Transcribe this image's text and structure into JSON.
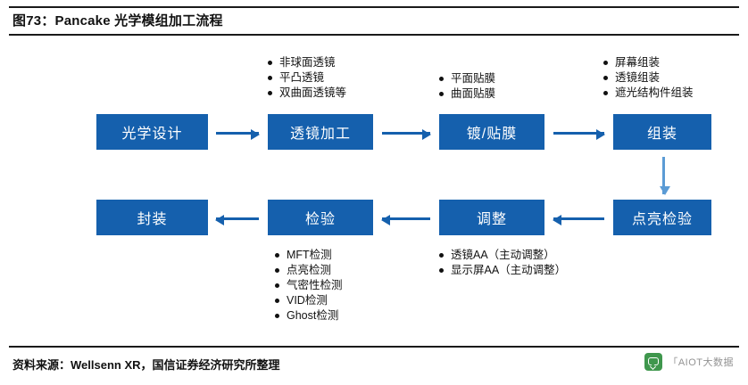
{
  "header": {
    "title": "图73：Pancake 光学模组加工流程"
  },
  "footer": {
    "source": "资料来源：Wellsenn XR，国信证券经济研究所整理",
    "watermark": "「AIOT大数据"
  },
  "diagram": {
    "type": "flowchart",
    "row1": [
      {
        "label": "光学设计"
      },
      {
        "label": "透镜加工"
      },
      {
        "label": "镀/贴膜"
      },
      {
        "label": "组装"
      }
    ],
    "row2": [
      {
        "label": "封装"
      },
      {
        "label": "检验"
      },
      {
        "label": "调整"
      },
      {
        "label": "点亮检验"
      }
    ],
    "notes": {
      "lens_processing": [
        "非球面透镜",
        "平凸透镜",
        "双曲面透镜等"
      ],
      "coating": [
        "平面贴膜",
        "曲面贴膜"
      ],
      "assembly": [
        "屏幕组装",
        "透镜组装",
        "遮光结构件组装"
      ],
      "inspection": [
        "MFT检测",
        "点亮检测",
        "气密性检测",
        "VID检测",
        "Ghost检测"
      ],
      "adjustment": [
        "透镜AA（主动调整）",
        "显示屏AA（主动调整）"
      ]
    }
  },
  "colors": {
    "box": "#1560ad",
    "arrow": "#1560ad",
    "arrow_vertical": "#5b9bd5",
    "rule": "#1a1a1a"
  }
}
